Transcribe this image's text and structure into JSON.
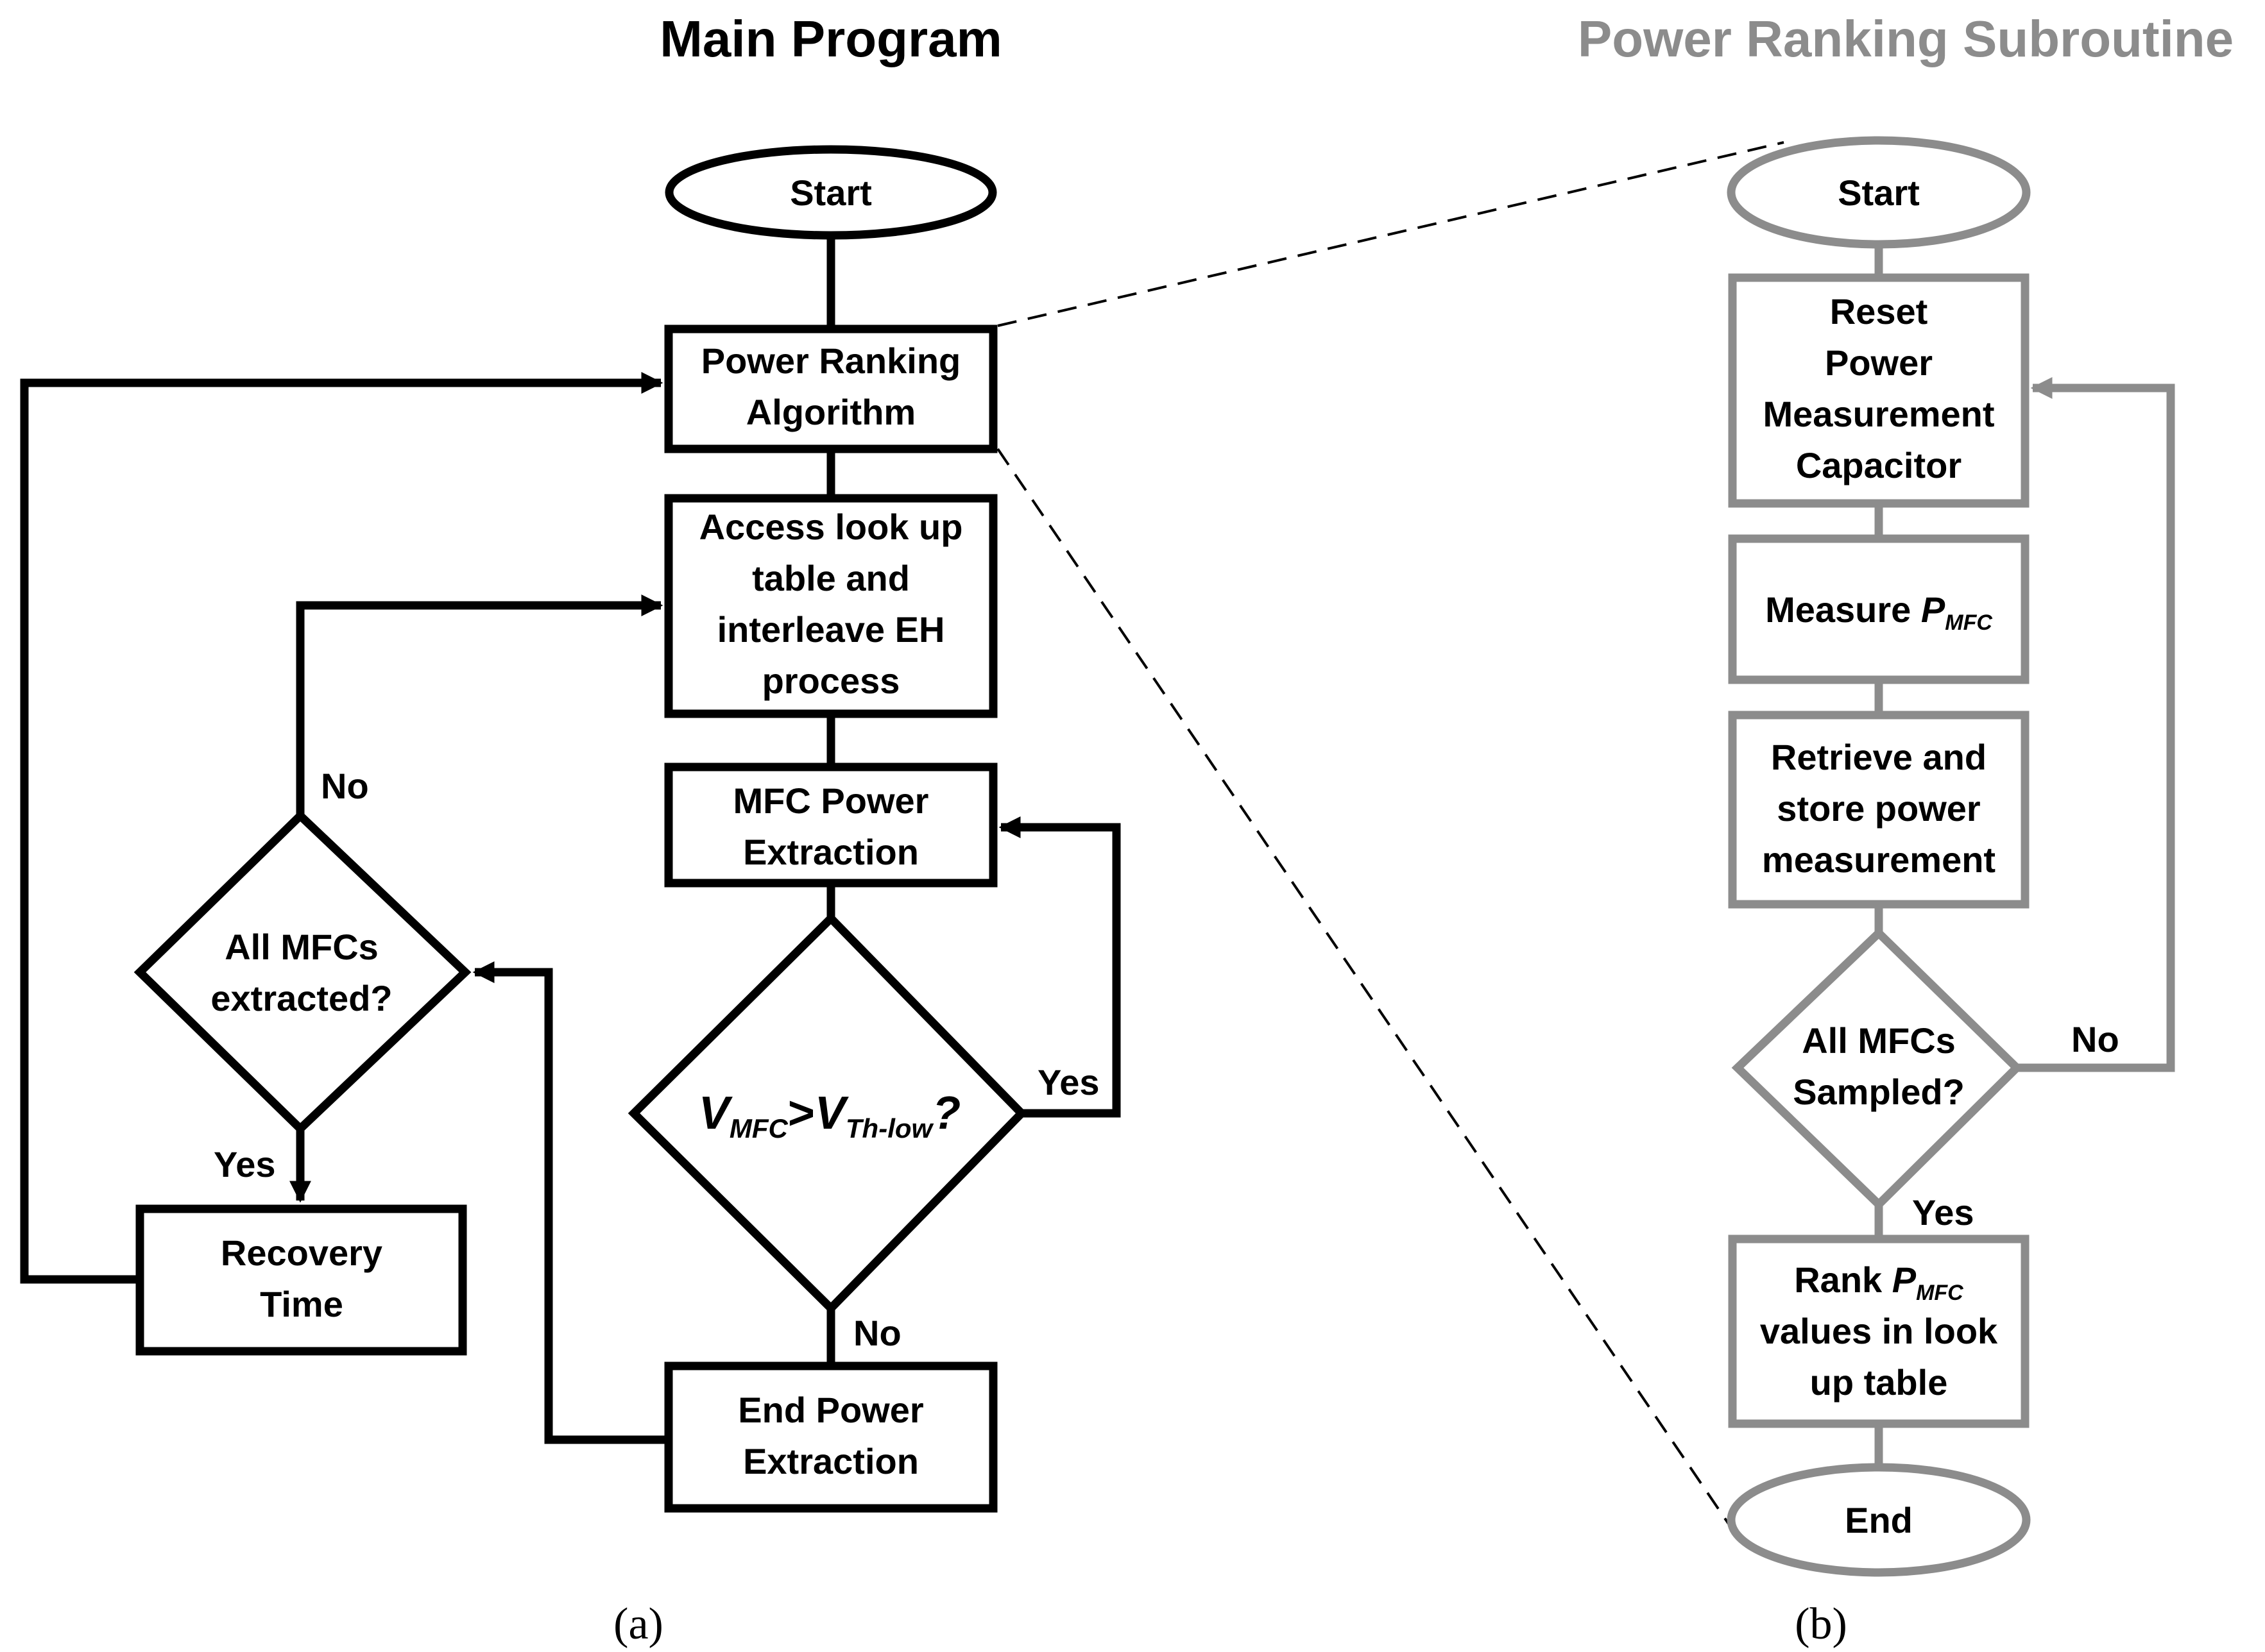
{
  "main": {
    "title": "Main Program",
    "start": "Start",
    "power_ranking": [
      "Power Ranking",
      "Algorithm"
    ],
    "access_lookup": [
      "Access look up",
      "table and",
      "interleave EH",
      "process"
    ],
    "mfc_extraction": [
      "MFC Power",
      "Extraction"
    ],
    "decision_v": {
      "v": "V",
      "mfc_sub": "MFC",
      "gt": ">",
      "th_sub": "Th-low",
      "q": "?"
    },
    "end_extraction": [
      "End Power",
      "Extraction"
    ],
    "all_extracted": [
      "All MFCs",
      "extracted?"
    ],
    "recovery": [
      "Recovery",
      "Time"
    ],
    "labels": {
      "no_top": "No",
      "yes_left": "Yes",
      "yes_right": "Yes",
      "no_bottom": "No"
    },
    "caption": "(a)"
  },
  "sub": {
    "title": "Power Ranking Subroutine",
    "start": "Start",
    "reset": [
      "Reset",
      "Power",
      "Measurement",
      "Capacitor"
    ],
    "measure": {
      "text": "Measure ",
      "p": "P",
      "sub": "MFC"
    },
    "retrieve": [
      "Retrieve and",
      "store power",
      "measurement"
    ],
    "all_sampled": [
      "All MFCs",
      "Sampled?"
    ],
    "rank": {
      "line1": "Rank ",
      "p": "P",
      "sub": "MFC",
      "line2": "values in look",
      "line3": "up table"
    },
    "end": "End",
    "labels": {
      "no": "No",
      "yes": "Yes"
    },
    "caption": "(b)"
  },
  "colors": {
    "main": "#000000",
    "sub": "#8c8c8c",
    "title_sub": "#8c8c8c"
  }
}
